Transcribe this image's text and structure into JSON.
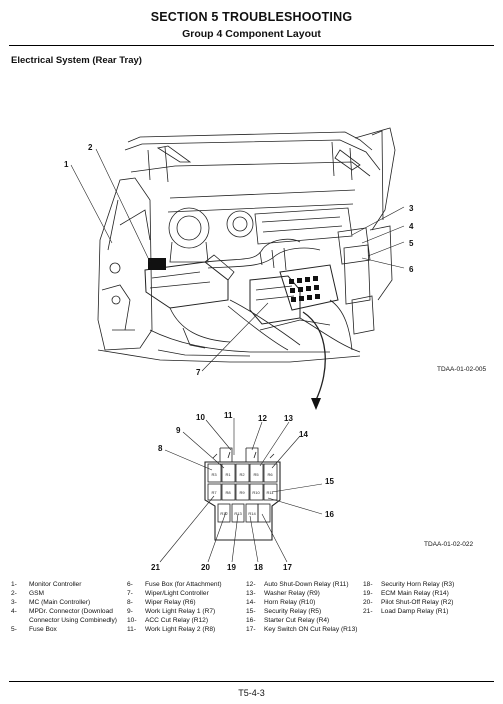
{
  "header": {
    "section": "SECTION 5 TROUBLESHOOTING",
    "group": "Group 4 Component Layout"
  },
  "section_title": "Electrical System (Rear Tray)",
  "figure1": {
    "id": "TDAA-01-02-005",
    "callouts": [
      "1",
      "2",
      "3",
      "4",
      "5",
      "6",
      "7"
    ]
  },
  "figure2": {
    "id": "TDAA-01-02-022",
    "callouts": [
      "8",
      "9",
      "10",
      "11",
      "12",
      "13",
      "14",
      "15",
      "16",
      "17",
      "18",
      "19",
      "20",
      "21"
    ],
    "relay_tags": [
      "R3",
      "R1",
      "R2",
      "R5",
      "R6",
      "R7",
      "R8",
      "R9",
      "R10",
      "R11",
      "R12",
      "R13",
      "R14"
    ]
  },
  "legend": {
    "col1": [
      {
        "num": "1-",
        "text": "Monitor Controller"
      },
      {
        "num": "2-",
        "text": "GSM"
      },
      {
        "num": "3-",
        "text": "MC (Main Controller)"
      },
      {
        "num": "4-",
        "text": "MPDr. Connector (Download"
      },
      {
        "num": "",
        "text": "Connector Using Combinedly)"
      },
      {
        "num": "5-",
        "text": "Fuse Box"
      }
    ],
    "col2": [
      {
        "num": "6-",
        "text": "Fuse Box (for Attachment)"
      },
      {
        "num": "7-",
        "text": "Wiper/Light Controller"
      },
      {
        "num": "8-",
        "text": "Wiper Relay (R6)"
      },
      {
        "num": "9-",
        "text": "Work Light Relay 1 (R7)"
      },
      {
        "num": "10-",
        "text": "ACC Cut Relay (R12)"
      },
      {
        "num": "11-",
        "text": "Work Light Relay 2 (R8)"
      }
    ],
    "col3": [
      {
        "num": "12-",
        "text": "Auto Shut-Down Relay (R11)"
      },
      {
        "num": "13-",
        "text": "Washer Relay (R9)"
      },
      {
        "num": "14-",
        "text": "Horn Relay (R10)"
      },
      {
        "num": "15-",
        "text": "Security Relay (R5)"
      },
      {
        "num": "16-",
        "text": "Starter Cut Relay (R4)"
      },
      {
        "num": "17-",
        "text": "Key Switch ON Cut Relay (R13)"
      }
    ],
    "col4": [
      {
        "num": "18-",
        "text": "Security Horn Relay (R3)"
      },
      {
        "num": "19-",
        "text": "ECM Main Relay (R14)"
      },
      {
        "num": "20-",
        "text": "Pilot Shut-Off Relay (R2)"
      },
      {
        "num": "21-",
        "text": "Load Damp Relay (R1)"
      }
    ]
  },
  "page_number": "T5-4-3"
}
